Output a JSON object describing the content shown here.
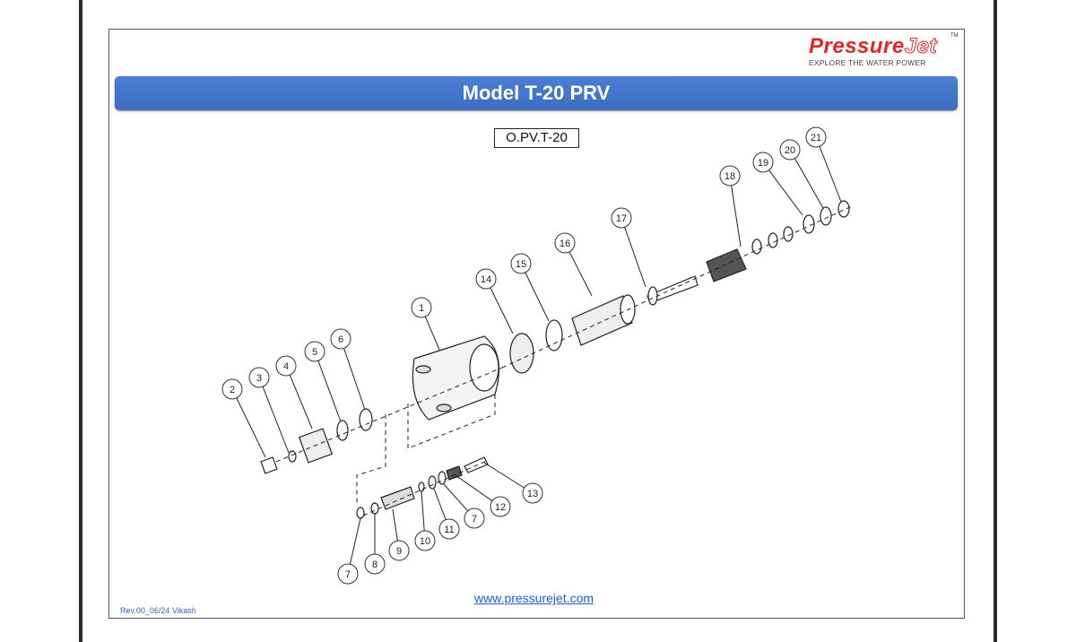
{
  "logo": {
    "brand": "PressureJet",
    "brand_a": "Pressure",
    "brand_b": "Jet",
    "tm": "TM",
    "tagline": "EXPLORE THE WATER POWER"
  },
  "header": {
    "title": "Model T-20 PRV"
  },
  "part_code": "O.PV.T-20",
  "callouts": [
    "1",
    "2",
    "3",
    "4",
    "5",
    "6",
    "7",
    "8",
    "9",
    "10",
    "11",
    "7",
    "12",
    "13",
    "14",
    "15",
    "16",
    "17",
    "18",
    "19",
    "20",
    "21"
  ],
  "footer": {
    "url": "www.pressurejet.com",
    "revision": "Rev.00_06/24 Vikash"
  }
}
